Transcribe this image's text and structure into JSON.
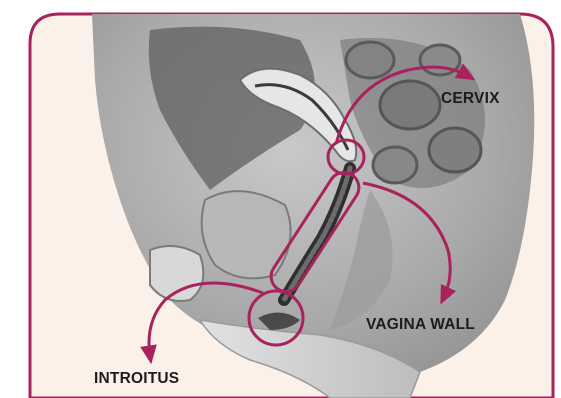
{
  "labels": {
    "cervix": "CERVIX",
    "vagina_wall": "VAGINA WALL",
    "introitus": "INTROITUS"
  },
  "colors": {
    "accent": "#A8235E",
    "panel_background": "#FBF1E8",
    "label_text": "#1C1C1C"
  }
}
